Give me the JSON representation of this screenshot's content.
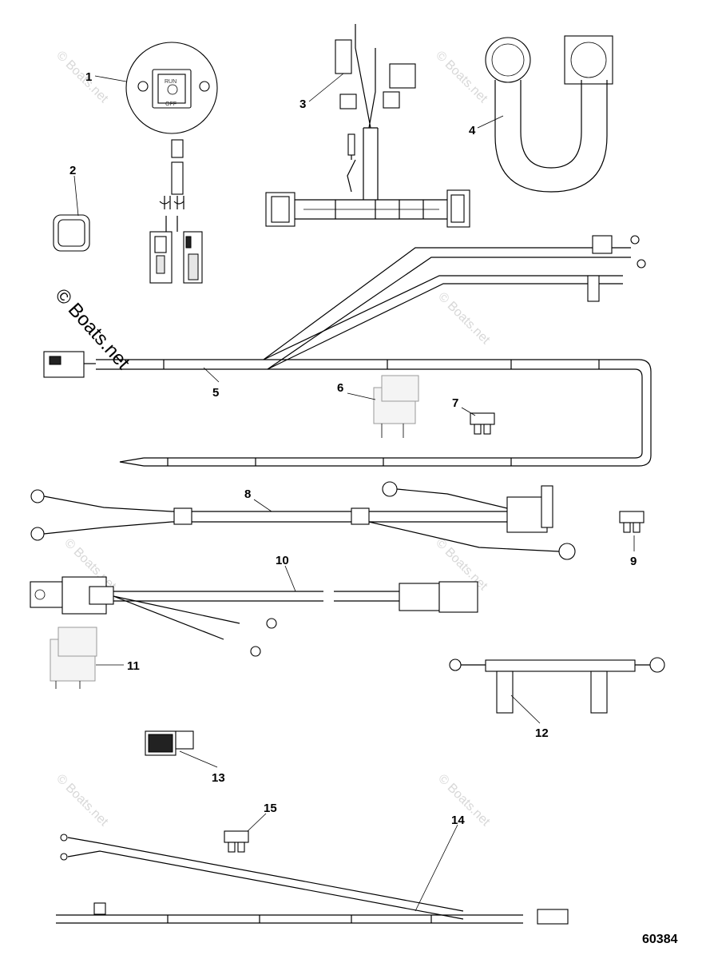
{
  "diagram": {
    "callouts": [
      "1",
      "2",
      "3",
      "4",
      "5",
      "6",
      "7",
      "8",
      "9",
      "10",
      "11",
      "12",
      "13",
      "14",
      "15"
    ],
    "drawing_number": "60384",
    "switch_labels": {
      "run": "RUN",
      "off": "OFF"
    },
    "watermarks": {
      "main": "© Boats.net",
      "faint": "© Boats.net"
    }
  }
}
